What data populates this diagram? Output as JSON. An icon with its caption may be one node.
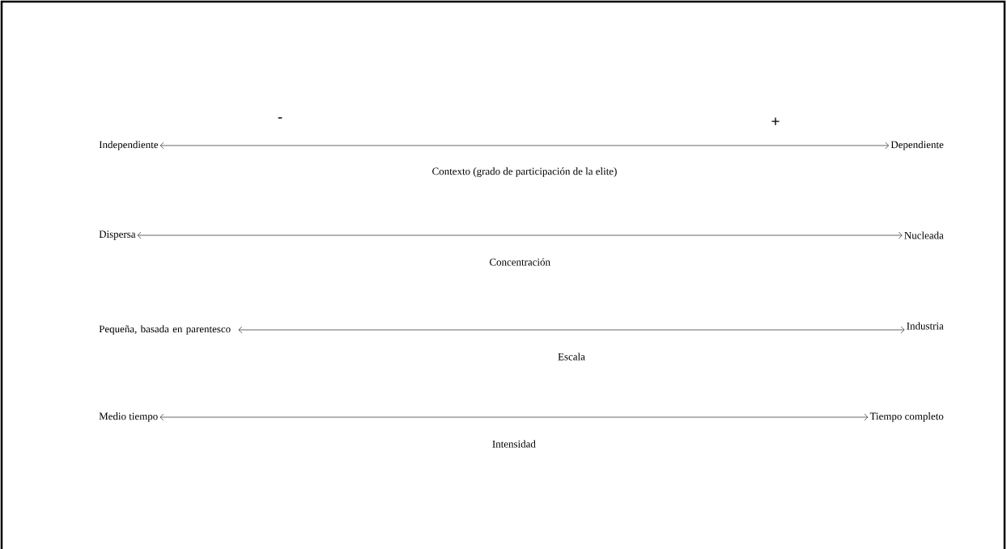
{
  "diagram": {
    "nodes": [
      {
        "text": [
          "Independiente"
        ]
      },
      {
        "text": [
          "Dependiente"
        ]
      },
      {
        "text": [
          "Dispersa"
        ]
      },
      {
        "text": [
          "Nucleada"
        ]
      },
      {
        "text": [
          "Pequeña, basada en parentesco"
        ]
      },
      {
        "text": [
          "Industria"
        ]
      },
      {
        "text": [
          "Medio tiempo"
        ]
      },
      {
        "text": [
          "Tiempo completo"
        ]
      }
    ],
    "edges": [
      {
        "from": 0,
        "to": 1,
        "arrow": "both",
        "label": "Contexto (grado de participación de la elite)"
      },
      {
        "from": 2,
        "to": 3,
        "arrow": "both",
        "label": "Concentración"
      },
      {
        "from": 4,
        "to": 5,
        "arrow": "both",
        "label": "Escala"
      },
      {
        "from": 6,
        "to": 7,
        "arrow": "both",
        "label": "Intensidad"
      }
    ],
    "labels": [
      "-",
      "+"
    ]
  }
}
